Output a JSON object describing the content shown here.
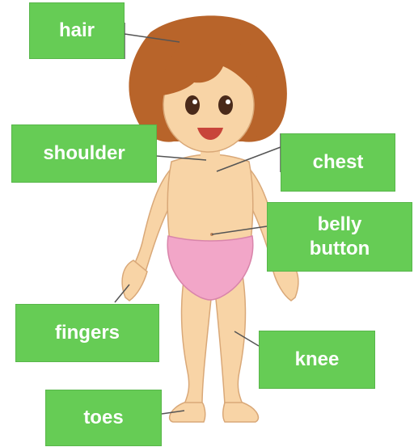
{
  "labels": {
    "hair": "hair",
    "shoulder": "shoulder",
    "chest": "chest",
    "belly_button": "belly button",
    "fingers": "fingers",
    "knee": "knee",
    "toes": "toes"
  },
  "colors": {
    "label_fill": "#66cc55",
    "label_text": "#ffffff",
    "pointer_line": "#555555",
    "skin": "#f8d4a6",
    "hair": "#b8642a",
    "underwear": "#f2a6c8"
  }
}
